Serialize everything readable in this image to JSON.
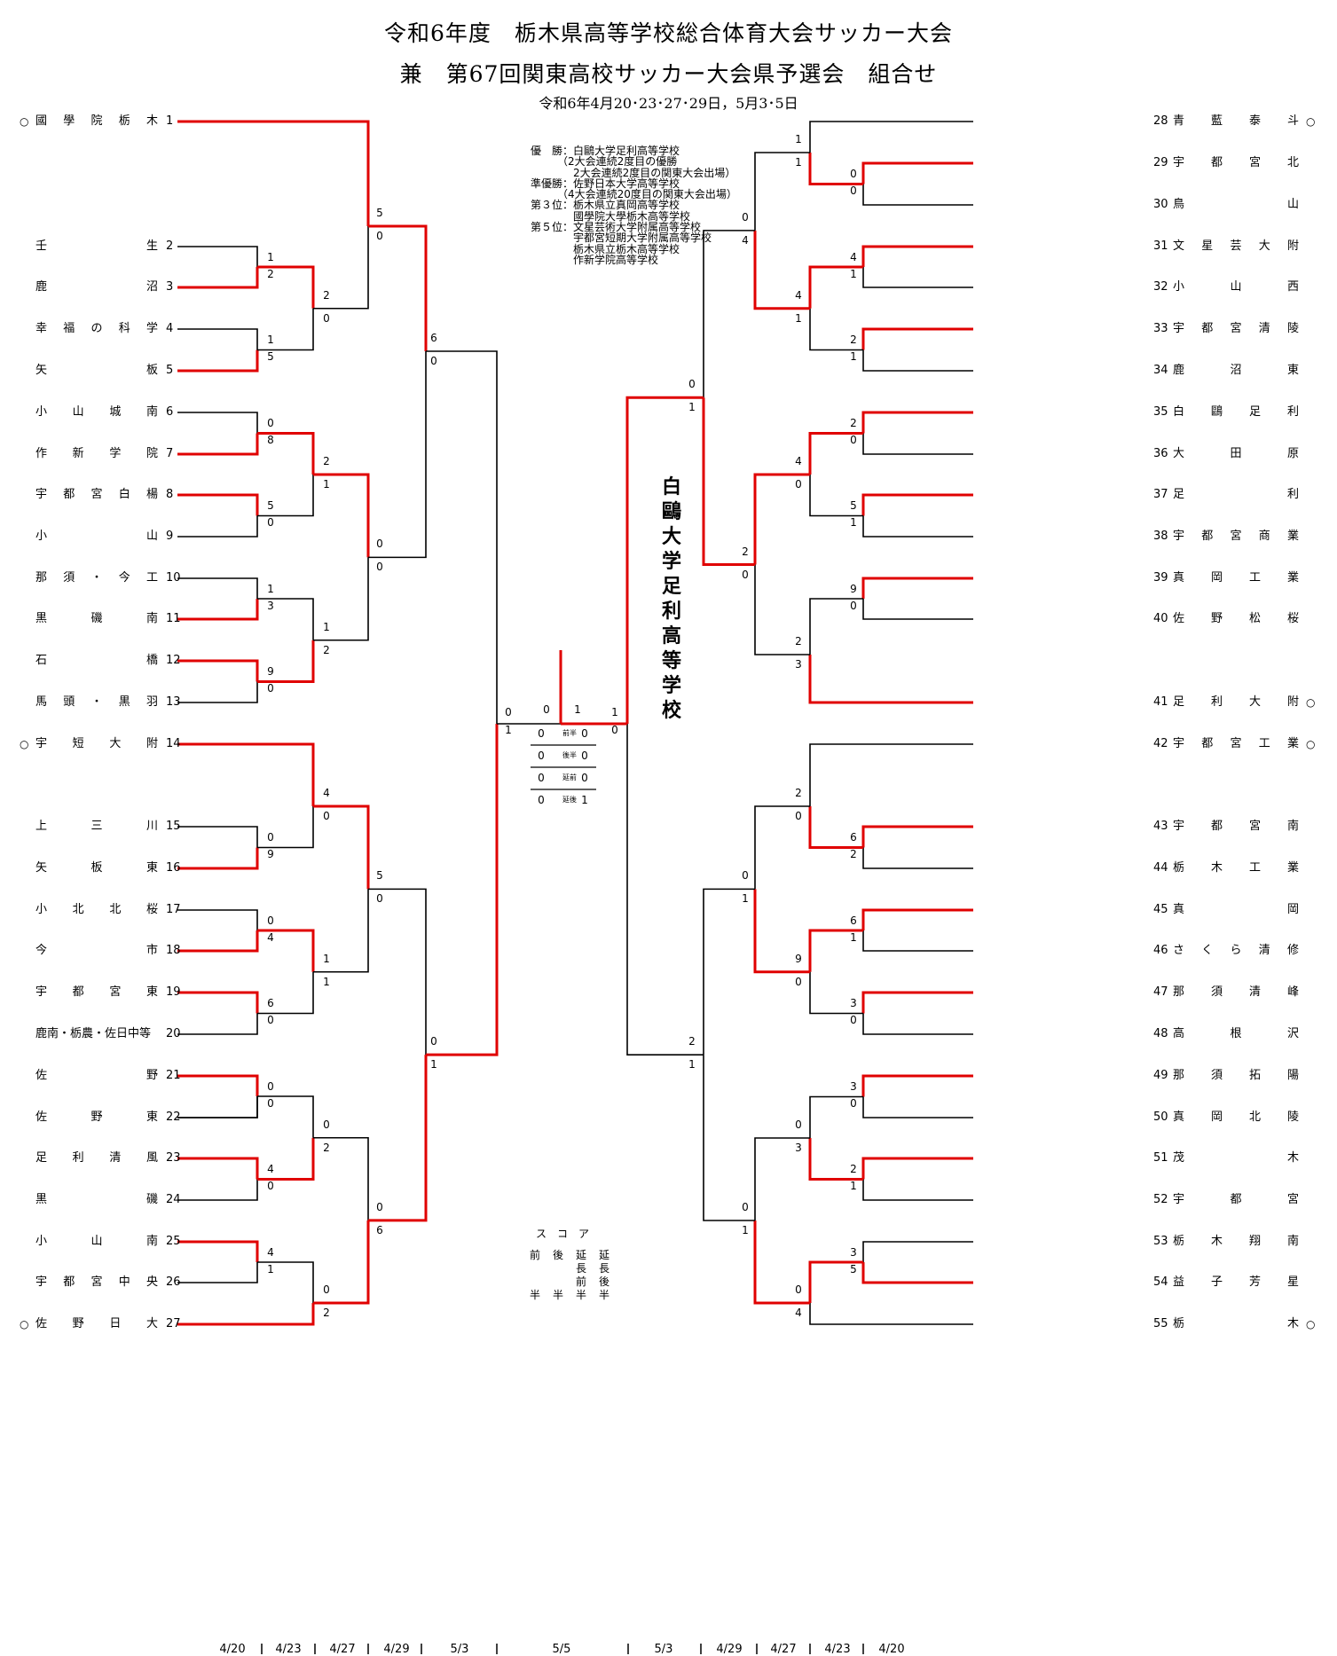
{
  "title": {
    "line1": "令和6年度　栃木県高等学校総合体育大会サッカー大会",
    "line2": "兼　第67回関東高校サッカー大会県予選会　組合せ",
    "dates": "令和6年4月20･23･27･29日，5月3･5日"
  },
  "champion": "白鷗大学足利高等学校",
  "results": [
    "優　勝：白鷗大学足利高等学校",
    "　　　（2大会連続2度目の優勝",
    "　　　　2大会連続2度目の関東大会出場）",
    "準優勝：佐野日本大学高等学校",
    "　　　（4大会連続20度目の関東大会出場）",
    "第３位：栃木県立真岡高等学校",
    "　　　　國學院大學栃木高等学校",
    "第５位：文星芸術大学附属高等学校",
    "　　　　宇都宮短期大学附属高等学校",
    "　　　　栃木県立栃木高等学校",
    "　　　　作新学院高等学校"
  ],
  "teams_left": [
    {
      "no": "1",
      "name": "國學院栃木",
      "seed": true
    },
    {
      "no": "2",
      "name": "壬生",
      "seed": false
    },
    {
      "no": "3",
      "name": "鹿沼",
      "seed": false
    },
    {
      "no": "4",
      "name": "幸福の科学",
      "seed": false
    },
    {
      "no": "5",
      "name": "矢板",
      "seed": false
    },
    {
      "no": "6",
      "name": "小山城南",
      "seed": false
    },
    {
      "no": "7",
      "name": "作新学院",
      "seed": false
    },
    {
      "no": "8",
      "name": "宇都宮白楊",
      "seed": false
    },
    {
      "no": "9",
      "name": "小山",
      "seed": false
    },
    {
      "no": "10",
      "name": "那須・今工",
      "seed": false
    },
    {
      "no": "11",
      "name": "黒磯南",
      "seed": false
    },
    {
      "no": "12",
      "name": "石橋",
      "seed": false
    },
    {
      "no": "13",
      "name": "馬頭・黒羽",
      "seed": false
    },
    {
      "no": "14",
      "name": "宇短大附",
      "seed": true
    },
    {
      "no": "15",
      "name": "上三川",
      "seed": false
    },
    {
      "no": "16",
      "name": "矢板東",
      "seed": false
    },
    {
      "no": "17",
      "name": "小北北桜",
      "seed": false
    },
    {
      "no": "18",
      "name": "今市",
      "seed": false
    },
    {
      "no": "19",
      "name": "宇都宮東",
      "seed": false
    },
    {
      "no": "20",
      "name": "鹿南・栃農・佐日中等",
      "seed": false
    },
    {
      "no": "21",
      "name": "佐野",
      "seed": false
    },
    {
      "no": "22",
      "name": "佐野東",
      "seed": false
    },
    {
      "no": "23",
      "name": "足利清風",
      "seed": false
    },
    {
      "no": "24",
      "name": "黒磯",
      "seed": false
    },
    {
      "no": "25",
      "name": "小山南",
      "seed": false
    },
    {
      "no": "26",
      "name": "宇都宮中央",
      "seed": false
    },
    {
      "no": "27",
      "name": "佐野日大",
      "seed": true
    }
  ],
  "teams_right": [
    {
      "no": "28",
      "name": "青藍泰斗",
      "seed": true
    },
    {
      "no": "29",
      "name": "宇都宮北",
      "seed": false
    },
    {
      "no": "30",
      "name": "鳥山",
      "seed": false
    },
    {
      "no": "31",
      "name": "文星芸大附",
      "seed": false
    },
    {
      "no": "32",
      "name": "小山西",
      "seed": false
    },
    {
      "no": "33",
      "name": "宇都宮清陵",
      "seed": false
    },
    {
      "no": "34",
      "name": "鹿沼東",
      "seed": false
    },
    {
      "no": "35",
      "name": "白鷗足利",
      "seed": false
    },
    {
      "no": "36",
      "name": "大田原",
      "seed": false
    },
    {
      "no": "37",
      "name": "足利",
      "seed": false
    },
    {
      "no": "38",
      "name": "宇都宮商業",
      "seed": false
    },
    {
      "no": "39",
      "name": "真岡工業",
      "seed": false
    },
    {
      "no": "40",
      "name": "佐野松桜",
      "seed": false
    },
    {
      "no": "41",
      "name": "足利大附",
      "seed": true
    },
    {
      "no": "42",
      "name": "宇都宮工業",
      "seed": true
    },
    {
      "no": "43",
      "name": "宇都宮南",
      "seed": false
    },
    {
      "no": "44",
      "name": "栃木工業",
      "seed": false
    },
    {
      "no": "45",
      "name": "真岡",
      "seed": false
    },
    {
      "no": "46",
      "name": "さくら清修",
      "seed": false
    },
    {
      "no": "47",
      "name": "那須清峰",
      "seed": false
    },
    {
      "no": "48",
      "name": "高根沢",
      "seed": false
    },
    {
      "no": "49",
      "name": "那須拓陽",
      "seed": false
    },
    {
      "no": "50",
      "name": "真岡北陵",
      "seed": false
    },
    {
      "no": "51",
      "name": "茂木",
      "seed": false
    },
    {
      "no": "52",
      "name": "宇都宮",
      "seed": false
    },
    {
      "no": "53",
      "name": "栃木翔南",
      "seed": false
    },
    {
      "no": "54",
      "name": "益子芳星",
      "seed": false
    },
    {
      "no": "55",
      "name": "栃木",
      "seed": true
    }
  ],
  "seed_mark": "○",
  "scores": {
    "left_r1": [
      [
        "1",
        "2"
      ],
      [
        "1",
        "5"
      ],
      [
        "0",
        "8"
      ],
      [
        "5",
        "0"
      ],
      [
        "1",
        "3"
      ],
      [
        "9",
        "0"
      ],
      [
        "0",
        "9"
      ],
      [
        "0",
        "4"
      ],
      [
        "6",
        "0"
      ],
      [
        "0",
        "0"
      ],
      [
        "4",
        "0"
      ],
      [
        "4",
        "1"
      ]
    ],
    "left_r2": [
      [
        "2",
        "0"
      ],
      [
        "2",
        "1"
      ],
      [
        "1",
        "2"
      ],
      [
        "4",
        "0"
      ],
      [
        "1",
        "1"
      ],
      [
        "0",
        "2"
      ],
      [
        "0",
        "2"
      ]
    ],
    "left_r3": [
      [
        "5",
        "0"
      ],
      [
        "0",
        "0"
      ],
      [
        "5",
        "0"
      ],
      [
        "0",
        "6"
      ]
    ],
    "left_r4": [
      [
        "6",
        "0"
      ],
      [
        "0",
        "1"
      ]
    ],
    "left_sf": [
      "0",
      "1"
    ],
    "right_r1": [
      [
        "0",
        "0"
      ],
      [
        "4",
        "1"
      ],
      [
        "2",
        "1"
      ],
      [
        "2",
        "0"
      ],
      [
        "5",
        "1"
      ],
      [
        "9",
        "0"
      ],
      [
        "6",
        "2"
      ],
      [
        "6",
        "1"
      ],
      [
        "3",
        "0"
      ],
      [
        "3",
        "0"
      ],
      [
        "2",
        "1"
      ],
      [
        "3",
        "5"
      ]
    ],
    "right_r2": [
      [
        "1",
        "1"
      ],
      [
        "4",
        "1"
      ],
      [
        "4",
        "0"
      ],
      [
        "2",
        "3"
      ],
      [
        "2",
        "0"
      ],
      [
        "9",
        "0"
      ],
      [
        "0",
        "3"
      ],
      [
        "0",
        "4"
      ]
    ],
    "right_r3": [
      [
        "0",
        "4"
      ],
      [
        "2",
        "0"
      ],
      [
        "0",
        "1"
      ],
      [
        "0",
        "1"
      ]
    ],
    "right_r4": [
      [
        "0",
        "1"
      ],
      [
        "2",
        "1"
      ]
    ],
    "right_sf": [
      "1",
      "0"
    ],
    "final": [
      "0",
      "1"
    ]
  },
  "final_box": [
    {
      "l": "0",
      "label": "前半",
      "r": "0"
    },
    {
      "l": "0",
      "label": "後半",
      "r": "0"
    },
    {
      "l": "0",
      "label": "延前",
      "r": "0"
    },
    {
      "l": "0",
      "label": "延後",
      "r": "1"
    }
  ],
  "legend": {
    "title": "スコア",
    "cols": [
      "前半",
      "後半",
      "延長前半",
      "延長後半"
    ]
  },
  "dates_left": [
    "4/20",
    "4/23",
    "4/27",
    "4/29",
    "5/3"
  ],
  "date_center": "5/5",
  "dates_right": [
    "5/3",
    "4/29",
    "4/27",
    "4/23",
    "4/20"
  ],
  "colors": {
    "win": "#e00000",
    "lose": "#000000"
  }
}
